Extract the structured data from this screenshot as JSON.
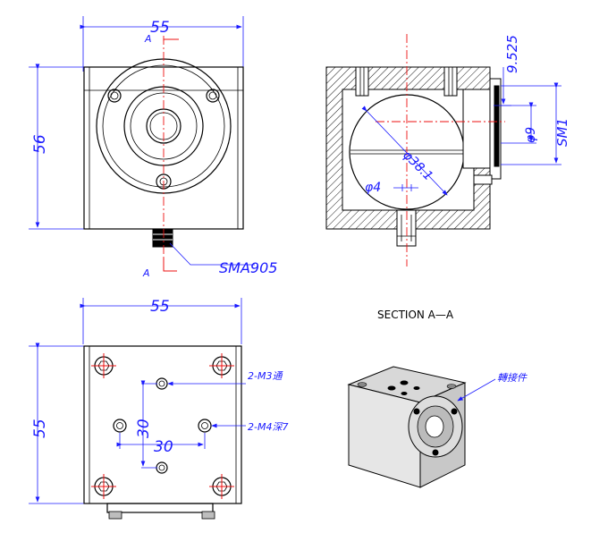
{
  "front_view": {
    "width_dim": "55",
    "height_dim": "56",
    "section_mark_top": "A",
    "section_mark_bottom": "A",
    "connector_label": "SMA905"
  },
  "section_view": {
    "title": "SECTION A—A",
    "dim_thread_offset": "9.525",
    "dim_bore_dia": "φ9",
    "dim_thread": "SM1",
    "dim_sphere": "φ38.1",
    "dim_small_bore": "φ4"
  },
  "bottom_view": {
    "width_dim": "55",
    "height_dim": "55",
    "spacing_vertical": "30",
    "spacing_horizontal": "30",
    "note_m3": "2-M3通",
    "note_m4": "2-M4深7"
  },
  "iso_view": {
    "adapter_label": "轉接件"
  },
  "colors": {
    "dimension": "#1a1aff",
    "centerline": "#e11111",
    "outline": "#000000"
  }
}
